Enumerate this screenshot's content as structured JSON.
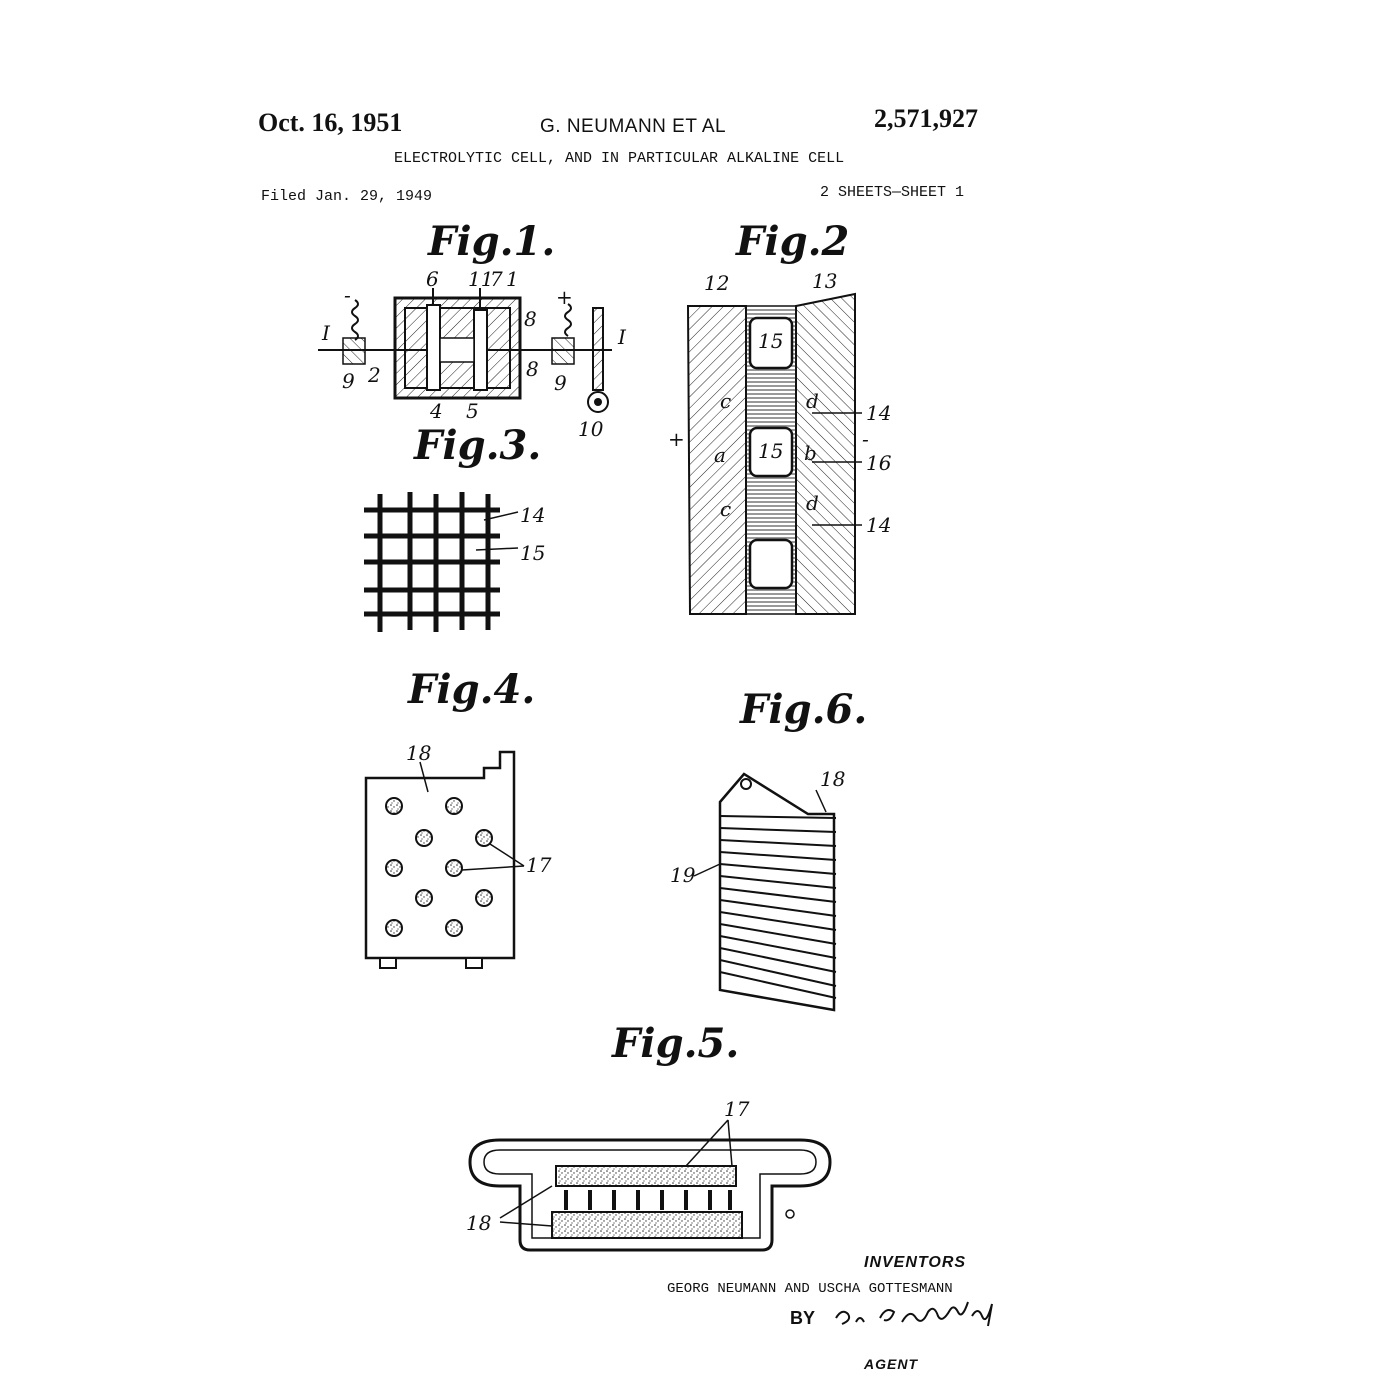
{
  "header": {
    "date": "Oct. 16, 1951",
    "inventor": "G. NEUMANN ET AL",
    "patent_number": "2,571,927",
    "title": "ELECTROLYTIC CELL, AND IN PARTICULAR ALKALINE CELL",
    "filed": "Filed Jan. 29, 1949",
    "sheets": "2 SHEETS—SHEET 1"
  },
  "figures": {
    "fig1": "Fig.1.",
    "fig2": "Fig.2",
    "fig3": "Fig.3.",
    "fig4": "Fig.4.",
    "fig5": "Fig.5.",
    "fig6": "Fig.6."
  },
  "reference_numerals": {
    "fig1": [
      "6",
      "11",
      "7",
      "1",
      "I",
      "2",
      "9",
      "8",
      "8",
      "9",
      "I",
      "4",
      "5",
      "10",
      "-",
      "+"
    ],
    "fig2": [
      "12",
      "13",
      "15",
      "15",
      "c",
      "a",
      "c",
      "d",
      "b",
      "d",
      "14",
      "16",
      "14",
      "+",
      "-"
    ],
    "fig3": [
      "14",
      "15"
    ],
    "fig4": [
      "18",
      "17"
    ],
    "fig5": [
      "17",
      "18"
    ],
    "fig6": [
      "18",
      "19"
    ]
  },
  "footer": {
    "inventors_title": "INVENTORS",
    "inventor_names": "GEORG NEUMANN AND USCHA GOTTESMANN",
    "by": "BY",
    "agent": "AGENT"
  }
}
